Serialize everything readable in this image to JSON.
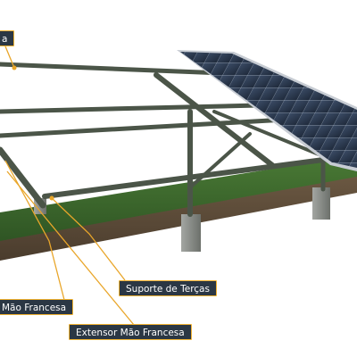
{
  "labels": {
    "top_partial": "a",
    "suporte_tercas": "Suporte de Terças",
    "mao_francesa": "Mão Francesa",
    "extensor_mao_francesa": "Extensor Mão Francesa"
  },
  "colors": {
    "label_bg": "#2b3744",
    "label_border": "#f2b333",
    "leader_line": "#e9a62a",
    "frame_steel": "#4b5548",
    "panel_cells": "#2c3a4f",
    "grass": "#3e6b2d",
    "soil": "#5a4a38",
    "concrete": "#8a8d89"
  }
}
